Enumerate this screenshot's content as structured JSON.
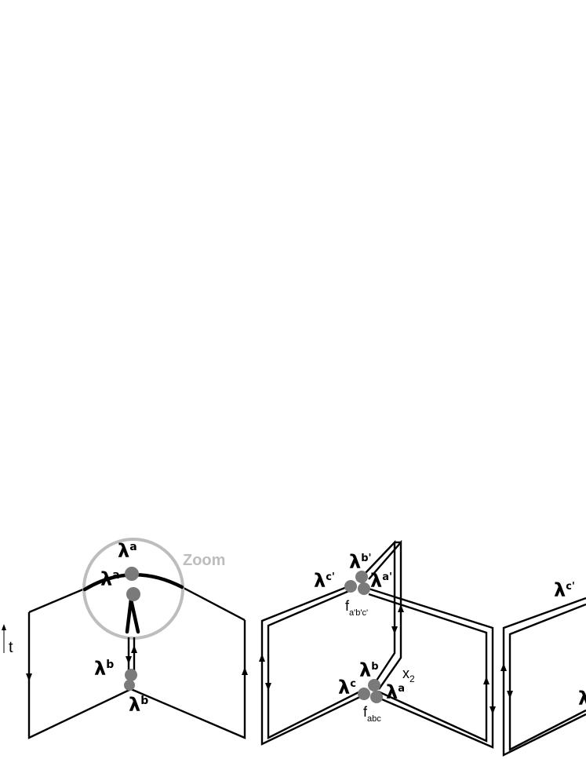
{
  "colors": {
    "line": "#000000",
    "vertex_dot": "#7a7a7a",
    "zoom_circle": "#bdbdbd",
    "background": "#ffffff"
  },
  "time_axis": {
    "label": "t"
  },
  "zoom": {
    "label": "Zoom"
  },
  "panel_left": {
    "top_label": {
      "base": "λ",
      "sup": "a"
    },
    "inner_label": {
      "base": "λ",
      "sup": "a"
    },
    "mid_label": {
      "base": "λ",
      "sup": "b"
    },
    "bottom_label": {
      "base": "λ",
      "sup": "b"
    }
  },
  "panel_middle": {
    "upper_left": {
      "base": "λ",
      "sup": "c'"
    },
    "upper_top": {
      "base": "λ",
      "sup": "b'"
    },
    "upper_right": {
      "base": "λ",
      "sup": "a'"
    },
    "upper_vertex": {
      "base": "f",
      "sub": "a'b'c'"
    },
    "lower_left": {
      "base": "λ",
      "sup": "c"
    },
    "lower_top": {
      "base": "λ",
      "sup": "b"
    },
    "lower_right": {
      "base": "λ",
      "sup": "a"
    },
    "lower_vertex": {
      "base": "f",
      "sub": "abc"
    },
    "coord": {
      "base": "x",
      "sub": "2"
    }
  },
  "panel_right": {
    "upper_left": {
      "base": "λ",
      "sup": "c'"
    },
    "lower_left": {
      "base": "λ",
      "sup": ""
    }
  }
}
